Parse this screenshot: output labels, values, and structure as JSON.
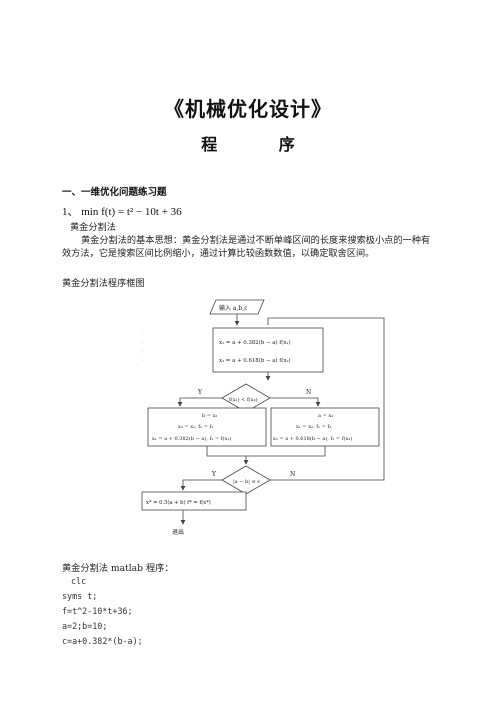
{
  "doc": {
    "title": "《机械优化设计》",
    "subtitle": "程 序",
    "section": "一、一维优化问题练习题",
    "problem_no": "1、",
    "problem_expr": "min f(t) = t² − 10t + 36",
    "method_name": "黄金分割法",
    "idea": "黄金分割法的基本思想：黄金分割法是通过不断单峰区间的长度来搜索极小点的一种有效方法，它是搜索区间比例缩小，通过计算比较函数数值，以确定取舍区间。",
    "flow_caption": "黄金分割法程序框图",
    "matlab_caption": "黄金分割法 matlab 程序：",
    "code_lines": [
      "clc",
      "syms t;",
      "f=t^2-10*t+36;",
      "a=2;b=10;",
      "c=a+0.382*(b-a);"
    ]
  },
  "flowchart": {
    "input": "输入 a,b,ε",
    "init_line1": "x₁ = a + 0.382(b − a)   f(x₁)",
    "init_line2": "x₂ = a + 0.618(b − a)   f(x₂)",
    "cond1": "f(x₁) < f(x₂)",
    "yes": "Y",
    "no": "N",
    "left_box": [
      "b = x₂",
      "x₂ = x₁, f₂ = f₁",
      "x₁ = a + 0.382(b − a), f₁ = f(x₁)"
    ],
    "right_box": [
      "a = x₁",
      "x₁ = x₂, f₁ = f₂",
      "x₂ = a + 0.618(b − a), f₂ = f(x₂)"
    ],
    "cond2": "|a − b| ≤ ε",
    "result": "x* = 0.5(a + b)   f* = f(x*)",
    "end": "退出"
  }
}
